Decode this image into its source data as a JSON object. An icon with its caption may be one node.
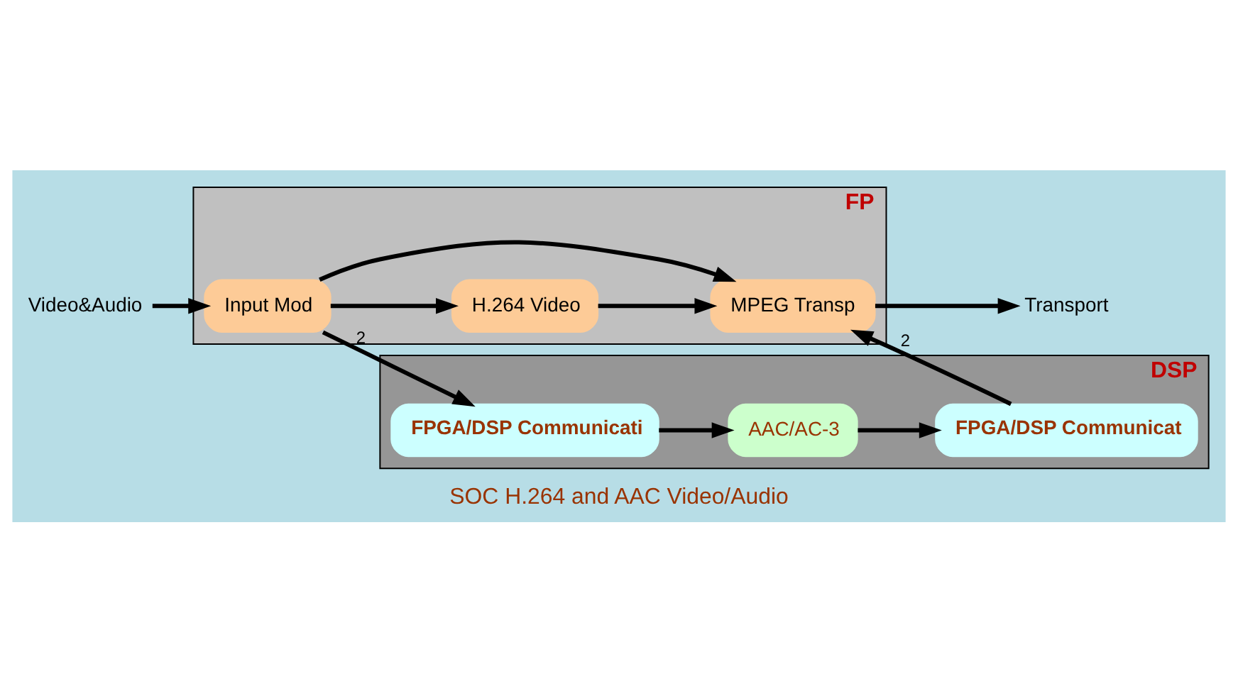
{
  "diagram": {
    "caption": "SOC H.264 and AAC Video/Audio",
    "nodes": [
      {
        "text": [
          "FP"
        ]
      },
      {
        "text": [
          "Input Mod"
        ],
        "in": 0
      },
      {
        "text": [
          "H.264 Video"
        ],
        "in": 0
      },
      {
        "text": [
          "MPEG Transp"
        ],
        "in": 0
      },
      {
        "text": [
          "DSP"
        ]
      },
      {
        "text": [
          "FPGA/DSP Communicati"
        ],
        "in": 4
      },
      {
        "text": [
          "AAC/AC-3"
        ],
        "in": 4
      },
      {
        "text": [
          "FPGA/DSP Communicat"
        ],
        "in": 4
      },
      {
        "text": [
          "Video&Audio"
        ]
      },
      {
        "text": [
          "Transport"
        ]
      }
    ],
    "edges": [
      {
        "from": 8,
        "to": 1,
        "arrow": "to"
      },
      {
        "from": 1,
        "to": 3,
        "arrow": "to"
      },
      {
        "from": 1,
        "to": 2,
        "arrow": "to"
      },
      {
        "from": 2,
        "to": 3,
        "arrow": "to"
      },
      {
        "from": 3,
        "to": 9,
        "arrow": "to"
      },
      {
        "from": 1,
        "to": 5,
        "arrow": "to",
        "label": "2"
      },
      {
        "from": 5,
        "to": 6,
        "arrow": "to"
      },
      {
        "from": 6,
        "to": 7,
        "arrow": "to"
      },
      {
        "from": 7,
        "to": 3,
        "arrow": "to",
        "label": "2"
      }
    ]
  }
}
